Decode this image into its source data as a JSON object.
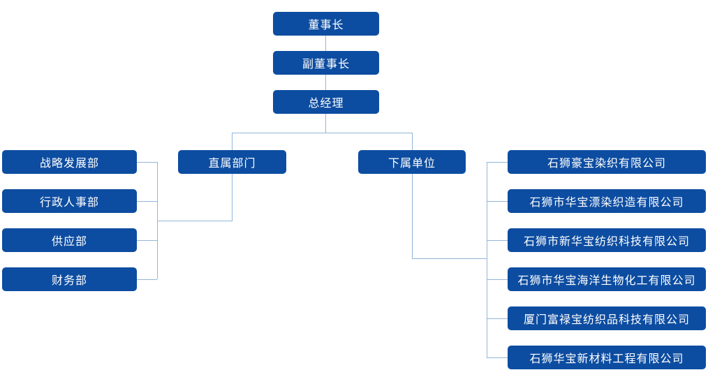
{
  "colors": {
    "box": "#0d4da1",
    "text": "#ffffff",
    "line": "#93b5da",
    "background": "#ffffff"
  },
  "nodes": {
    "chairman": "董事长",
    "vice_chairman": "副董事长",
    "general_manager": "总经理",
    "direct_departments": "直属部门",
    "subordinate_units": "下属单位",
    "departments": [
      "战略发展部",
      "行政人事部",
      "供应部",
      "财务部"
    ],
    "companies": [
      "石狮豪宝染织有限公司",
      "石狮市华宝漂染织造有限公司",
      "石狮市新华宝纺织科技有限公司",
      "石狮市华宝海洋生物化工有限公司",
      "厦门富禄宝纺织品科技有限公司",
      "石狮华宝新材料工程有限公司"
    ]
  }
}
